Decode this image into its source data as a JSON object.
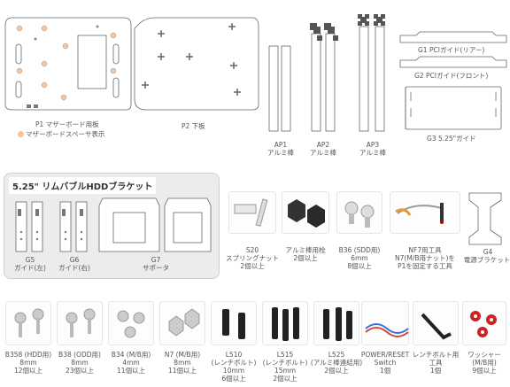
{
  "top": {
    "p1": {
      "title": "P1 マザーボード用板",
      "legend": "マザーボードスペーサ表示",
      "legend_color": "#f6c49a"
    },
    "p2": {
      "title": "P2 下板"
    },
    "ap1": {
      "line1": "AP1",
      "line2": "アルミ棒"
    },
    "ap2": {
      "line1": "AP2",
      "line2": "アルミ棒"
    },
    "ap3": {
      "line1": "AP3",
      "line2": "アルミ棒"
    },
    "g1": {
      "title": "G1 PCIガイド(リアー)"
    },
    "g2": {
      "title": "G2 PCIガイド(フロント)"
    },
    "g3": {
      "title": "G3 5.25\"ガイド"
    }
  },
  "hdd": {
    "title": "5.25\" リムバブルHDDブラケット",
    "g5": {
      "line1": "G5",
      "line2": "ガイド(左)"
    },
    "g6": {
      "line1": "G6",
      "line2": "ガイド(右)"
    },
    "g7": {
      "line1": "G7",
      "line2": "サポータ"
    }
  },
  "mid": {
    "s20": {
      "line1": "S20",
      "line2": "スプリングナット",
      "line3": "2個以上"
    },
    "alu": {
      "line1": "アルミ棒用栓",
      "line2": "2個以上"
    },
    "b36": {
      "line1": "B36 (SDD用)",
      "line2": "6mm",
      "line3": "8個以上"
    },
    "nf7": {
      "line1": "NF7用工具",
      "line2": "N7(M/B用ナット)を",
      "line3": "P1を固定する工具"
    },
    "g4": {
      "line1": "G4",
      "line2": "電源ブラケット"
    }
  },
  "bottom": [
    {
      "line1": "B358 (HDD用)",
      "line2": "8mm",
      "line3": "12個以上"
    },
    {
      "line1": "B38 (ODD用)",
      "line2": "8mm",
      "line3": "23個以上"
    },
    {
      "line1": "B34 (M/B用)",
      "line2": "4mm",
      "line3": "11個以上"
    },
    {
      "line1": "N7 (M/B用)",
      "line2": "8mm",
      "line3": "11個以上"
    },
    {
      "line1": "L510",
      "line2": "(レンチボルト)",
      "line3": "10mm",
      "line4": "6個以上"
    },
    {
      "line1": "L515",
      "line2": "(レンチボルト)",
      "line3": "15mm",
      "line4": "2個以上"
    },
    {
      "line1": "L525",
      "line2": "(アルミ棒連結用)",
      "line3": "2個以上"
    },
    {
      "line1": "POWER/RESET",
      "line2": "Switch",
      "line3": "1個"
    },
    {
      "line1": "レンチボルト用",
      "line2": "工具",
      "line3": "1個"
    },
    {
      "line1": "ワッシャー",
      "line2": "(M/B用)",
      "line3": "9個以上"
    }
  ]
}
